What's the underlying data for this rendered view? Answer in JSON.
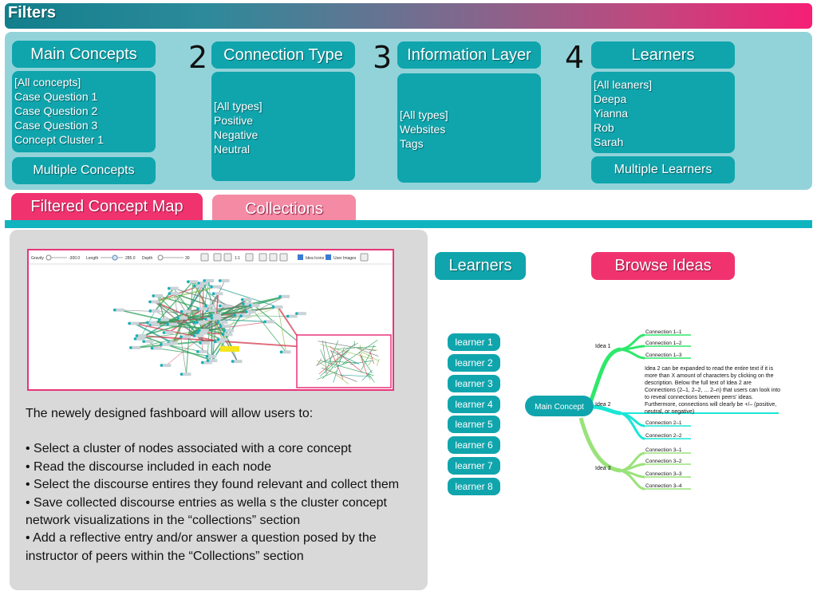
{
  "header": {
    "title": "Filters"
  },
  "filters": {
    "main_concepts": {
      "title": "Main Concepts",
      "items": [
        "[All concepts]",
        "Case Question 1",
        "Case Question 2",
        "Case Question 3",
        "Concept Cluster 1"
      ],
      "multi_button": "Multiple Concepts"
    },
    "connection_type": {
      "number": "2",
      "title": "Connection Type",
      "items": [
        "[All types]",
        "Positive",
        "Negative",
        "Neutral"
      ]
    },
    "information_layer": {
      "number": "3",
      "title": "Information Layer",
      "items": [
        "[All types]",
        "Websites",
        "Tags"
      ]
    },
    "learners": {
      "number": "4",
      "title": "Learners",
      "items": [
        "[All leaners]",
        "Deepa",
        "Yianna",
        "Rob",
        "Sarah"
      ],
      "multi_button": "Multiple Learners"
    }
  },
  "tabs": [
    {
      "label": "Filtered Concept Map",
      "active": true
    },
    {
      "label": "Collections",
      "active": false
    }
  ],
  "network_toolbar": {
    "gravity_label": "Gravity",
    "gravity_value": "-300.0",
    "length_label": "Length",
    "length_value": "285.0",
    "depth_label": "Depth",
    "depth_value": "30",
    "idea_icons_label": "Idea Icons",
    "user_images_label": "User Images",
    "zoom_label": "1:1"
  },
  "description": {
    "intro": "The newely designed fashboard will allow users to:",
    "bullets": [
      "•  Select a cluster of nodes associated with a core concept",
      "•  Read the discourse included in each node",
      "•  Select the discourse entires they found relevant and collect them",
      "•  Save collected discourse entries as wella s the cluster concept network visualizations in the “collections” section",
      "•  Add a reflective entry and/or answer a question posed by the instructor of peers within the “Collections” section"
    ]
  },
  "right_panel": {
    "learners_button": "Learners",
    "browse_button": "Browse Ideas",
    "learner_list": [
      "learner 1",
      "learner 2",
      "learner 3",
      "learner 4",
      "learner 5",
      "learner 6",
      "learner 7",
      "learner 8"
    ]
  },
  "mindmap": {
    "root": "Main Concept",
    "idea1": {
      "label": "Idea 1",
      "connections": [
        "Connection 1–1",
        "Connection 1–2",
        "Connection 1–3"
      ]
    },
    "idea2": {
      "label": "Idea 2",
      "connections": [
        "Connection 2–1",
        "Connection 2–2"
      ]
    },
    "idea3": {
      "label": "Idea 3",
      "connections": [
        "Connection 3–1",
        "Connection 3–2",
        "Connection 3–3",
        "Connection 3–4"
      ]
    },
    "note": "Idea 2 can be expanded to read the entire text if it is more than X amount of characters by clicking on the description. Below the full text of Idea 2 are Connections (2–1, 2–2, ... 2–n) that users can look into to reveal connections between peers’ ideas. Furthermore, connections will clearly be +/– (positive, neutral, or negative)"
  },
  "colors": {
    "teal": "#10a5ad",
    "pink": "#f0336f",
    "panel_bg": "#92d3d9"
  }
}
